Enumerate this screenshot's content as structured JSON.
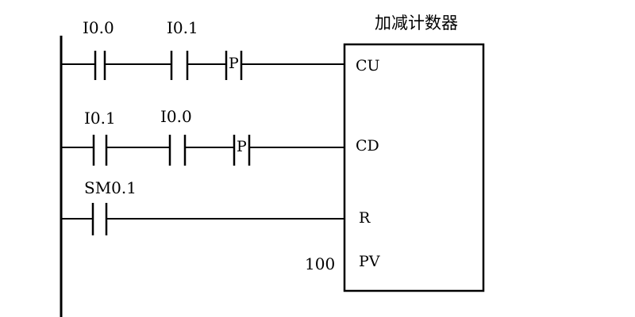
{
  "counter": {
    "title": "加减计数器",
    "pins": {
      "cu": "CU",
      "cd": "CD",
      "r": "R",
      "pv": "PV"
    },
    "preset_value": "100"
  },
  "rungs": [
    {
      "contacts": [
        "I0.0",
        "I0.1"
      ],
      "edge": "P",
      "target": "cu"
    },
    {
      "contacts": [
        "I0.1",
        "I0.0"
      ],
      "edge": "P",
      "target": "cd"
    },
    {
      "contacts": [
        "SM0.1"
      ],
      "target": "r"
    }
  ]
}
